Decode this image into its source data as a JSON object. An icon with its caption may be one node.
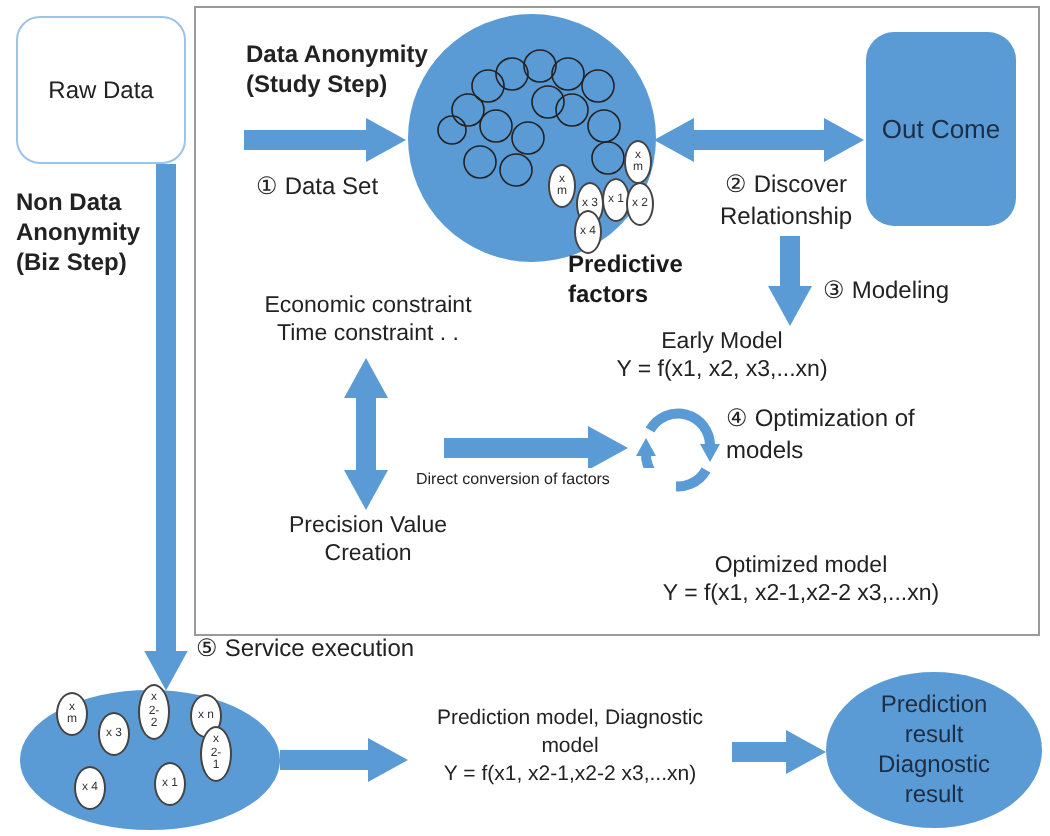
{
  "diagram": {
    "nodes": [
      {
        "text": [
          "Raw Data"
        ]
      },
      {
        "text": [],
        "shape": "box"
      },
      {
        "text": [
          "Predictive factors"
        ],
        "in": 1
      },
      {
        "text": [
          "x m"
        ],
        "in": 2
      },
      {
        "text": [
          "x 3"
        ],
        "in": 2
      },
      {
        "text": [
          "x 1"
        ],
        "in": 2
      },
      {
        "text": [
          "x 4"
        ],
        "in": 2
      },
      {
        "text": [
          "x m"
        ],
        "in": 2
      },
      {
        "text": [
          "x 2"
        ],
        "in": 2
      },
      {
        "text": [
          "Out Come"
        ],
        "in": 1
      },
      {
        "text": [
          "Early Model",
          "Y = f(x1, x2, x3,...xn)"
        ],
        "in": 1
      },
      {
        "text": [
          "Economic constraint Time constraint . ."
        ],
        "in": 1
      },
      {
        "text": [
          "Precision Value Creation"
        ],
        "in": 1
      },
      {
        "text": [],
        "shape": "circle",
        "beside": [
          "④ Optimization of models"
        ],
        "in": 1
      },
      {
        "text": [],
        "shape": "ellipse"
      },
      {
        "text": [
          "x m"
        ],
        "in": 14
      },
      {
        "text": [
          "x 3"
        ],
        "in": 14
      },
      {
        "text": [
          "x 2-2"
        ],
        "in": 14
      },
      {
        "text": [
          "x n"
        ],
        "in": 14
      },
      {
        "text": [
          "x 2-1"
        ],
        "in": 14
      },
      {
        "text": [
          "x 4"
        ],
        "in": 14
      },
      {
        "text": [
          "x 1"
        ],
        "in": 14
      },
      {
        "text": [
          "Prediction model, Diagnostic model",
          "Y = f(x1, x2-1,x2-2 x3,...xn)"
        ]
      },
      {
        "text": [
          "Prediction result",
          "Diagnostic result"
        ]
      }
    ],
    "edges": [
      {
        "from": null,
        "to": 2,
        "arrow": "to"
      },
      {
        "from": 2,
        "to": 9,
        "arrow": "both",
        "label": "② Discover Relationship"
      },
      {
        "from": null,
        "to": 10,
        "arrow": "to",
        "label": "③ Modeling"
      },
      {
        "from": 11,
        "to": 12,
        "arrow": "both"
      },
      {
        "from": null,
        "to": 13,
        "arrow": "to",
        "label": "Direct conversion of factors"
      },
      {
        "from": 0,
        "to": 14,
        "arrow": "to"
      },
      {
        "from": 14,
        "to": 22,
        "arrow": "to"
      },
      {
        "from": 22,
        "to": 23,
        "arrow": "to"
      }
    ],
    "labels": [
      "Data Anonymity (Study Step)",
      "Non Data Anonymity (Biz Step)",
      "① Data Set",
      "Optimized model",
      "Y = f(x1, x2-1,x2-2 x3,...xn)",
      "⑤ Service execution"
    ]
  }
}
